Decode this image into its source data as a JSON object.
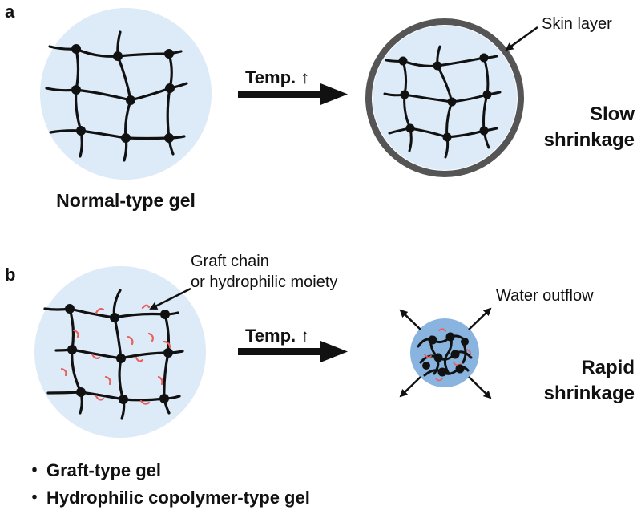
{
  "panel_a": {
    "letter": "a",
    "arrow_label": "Temp. ↑",
    "before_label": "Normal-type gel",
    "skin_label": "Skin layer",
    "result_line1": "Slow",
    "result_line2": "shrinkage",
    "result_color": "#7b4fb3"
  },
  "panel_b": {
    "letter": "b",
    "arrow_label": "Temp. ↑",
    "graft_label_line1": "Graft chain",
    "graft_label_line2": "or hydrophilic moiety",
    "water_label": "Water outflow",
    "result_line1": "Rapid",
    "result_line2": "shrinkage",
    "result_color": "#e8403f",
    "types": [
      "Graft-type gel",
      "Hydrophilic copolymer-type gel"
    ],
    "bullet": "・"
  },
  "colors": {
    "gel_fill": "#ddeaf7",
    "shrunk_gel_fill": "#8ab4e0",
    "skin_ring": "#555555",
    "network": "#111111",
    "graft_chain": "#e8605a"
  }
}
